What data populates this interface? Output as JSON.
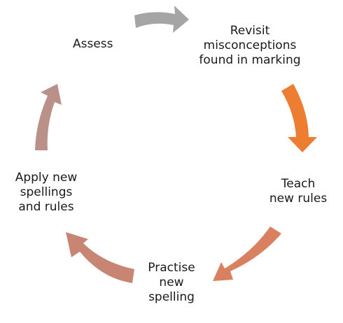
{
  "stages": [
    {
      "id": "assess",
      "text": "Assess"
    },
    {
      "id": "revisit",
      "text": "Revisit\nmisconceptions\nfound in marking"
    },
    {
      "id": "teach",
      "text": "Teach\nnew rules"
    },
    {
      "id": "practise",
      "text": "Practise\nnew\nspelling"
    },
    {
      "id": "apply",
      "text": "Apply new\nspellings\nand rules"
    }
  ],
  "colors": {
    "arrow_assess_to_revisit": "#a5a5a5",
    "arrow_revisit_to_teach": "#ed7d31",
    "arrow_teach_to_practise": "#d98060",
    "arrow_practise_to_apply": "#c88573",
    "arrow_apply_to_assess": "#b99189"
  }
}
